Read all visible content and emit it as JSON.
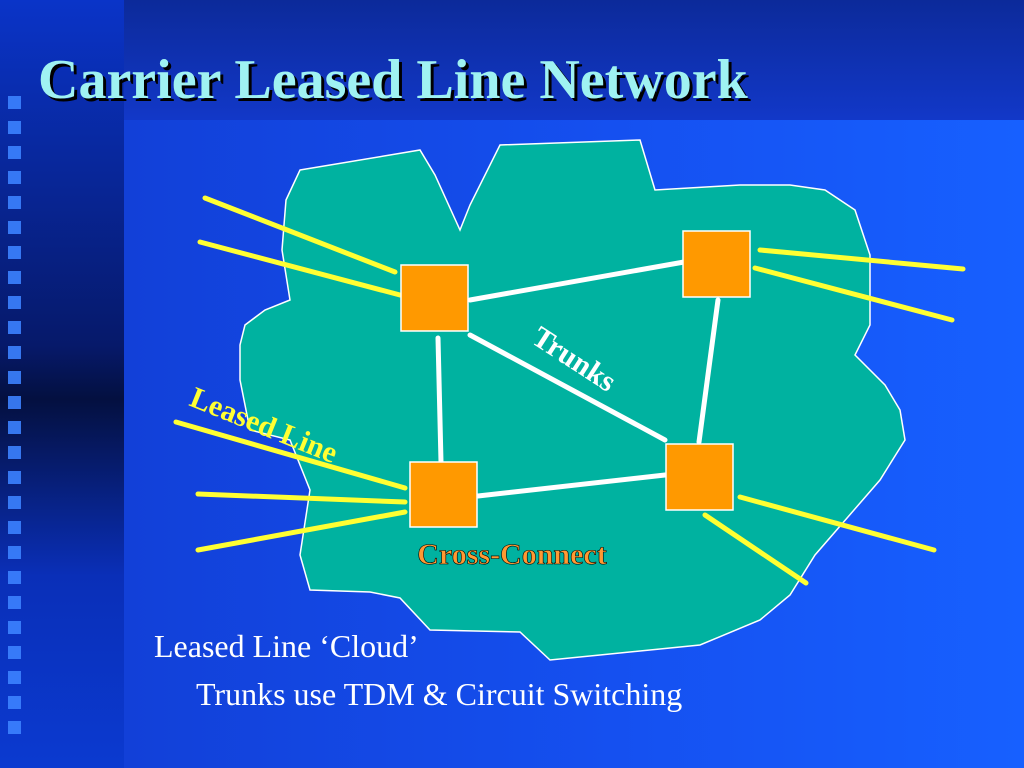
{
  "slide": {
    "title": "Carrier Leased Line Network"
  },
  "diagram": {
    "labels": {
      "trunks": "Trunks",
      "leased_line": "Leased Line",
      "cross_connect": "Cross-Connect"
    },
    "colors": {
      "cloud": "#00b2a0",
      "node": "#ff9900",
      "trunk_line": "#ffffff",
      "leased_line": "#ffff33",
      "cross_connect_label": "#ff9933",
      "title": "#9ff2f2"
    }
  },
  "captions": {
    "line1": "Leased Line ‘Cloud’",
    "line2": "Trunks use TDM & Circuit Switching"
  }
}
